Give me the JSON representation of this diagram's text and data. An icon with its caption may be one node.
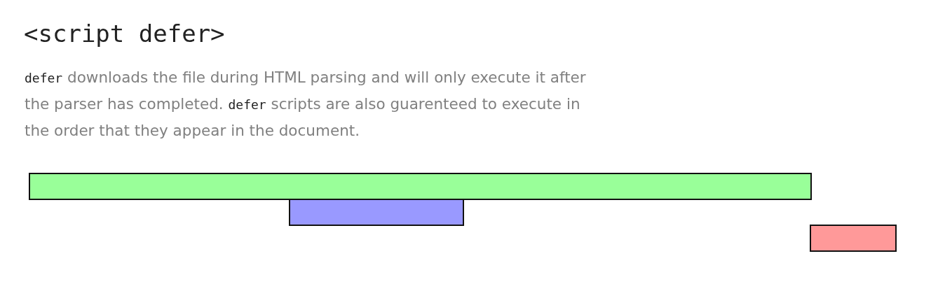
{
  "diagram": {
    "title": "<script defer>",
    "nodes": [
      {
        "text": [],
        "shape": "bar"
      },
      {
        "text": [],
        "shape": "bar"
      },
      {
        "text": [],
        "shape": "bar"
      }
    ],
    "labels": [
      "**defer** downloads the file during HTML parsing and will only execute it after the parser has completed. **defer** scripts are also guarenteed to execute in the order that they appear in the document."
    ]
  }
}
